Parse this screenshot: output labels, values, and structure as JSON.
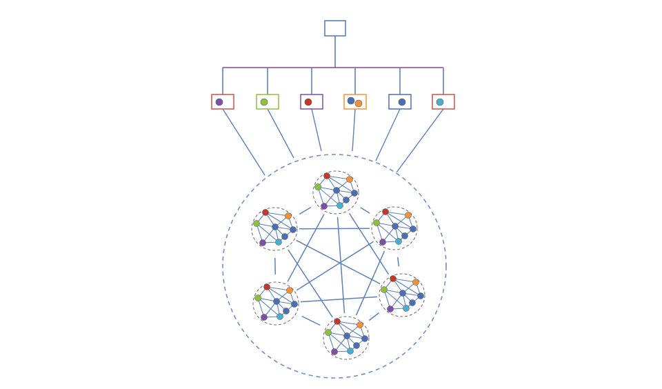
{
  "colors": {
    "line": "#5b7fb8",
    "bus": "#9b3ba0",
    "dash": "#6f8fc4",
    "node_stroke": "#444444",
    "cluster_dash": "#666666",
    "root": "#5b7fb8"
  },
  "palette": {
    "purple": "#7c4fa8",
    "green": "#8fbf3f",
    "red": "#c0392b",
    "orange": "#f0923a",
    "blue": "#4a6fb5",
    "cyan": "#4aaed0"
  },
  "diagram": {
    "root": {
      "shape": "rectangle",
      "color": "#5b7fb8"
    },
    "subscribers": [
      {
        "border": "#c8524a",
        "dots": [
          "purple"
        ]
      },
      {
        "border": "#8fbf3f",
        "dots": [
          "green"
        ]
      },
      {
        "border": "#7c4fa8",
        "dots": [
          "red"
        ]
      },
      {
        "border": "#f0923a",
        "dots": [
          "blue",
          "orange"
        ]
      },
      {
        "border": "#4a6fb5",
        "dots": [
          "blue"
        ]
      },
      {
        "border": "#c8524a",
        "dots": [
          "cyan"
        ]
      }
    ],
    "cluster_count": 6,
    "cluster_nodes": [
      "red",
      "orange",
      "green",
      "blue",
      "blue",
      "purple",
      "cyan",
      "blue"
    ],
    "full_mesh": true
  }
}
